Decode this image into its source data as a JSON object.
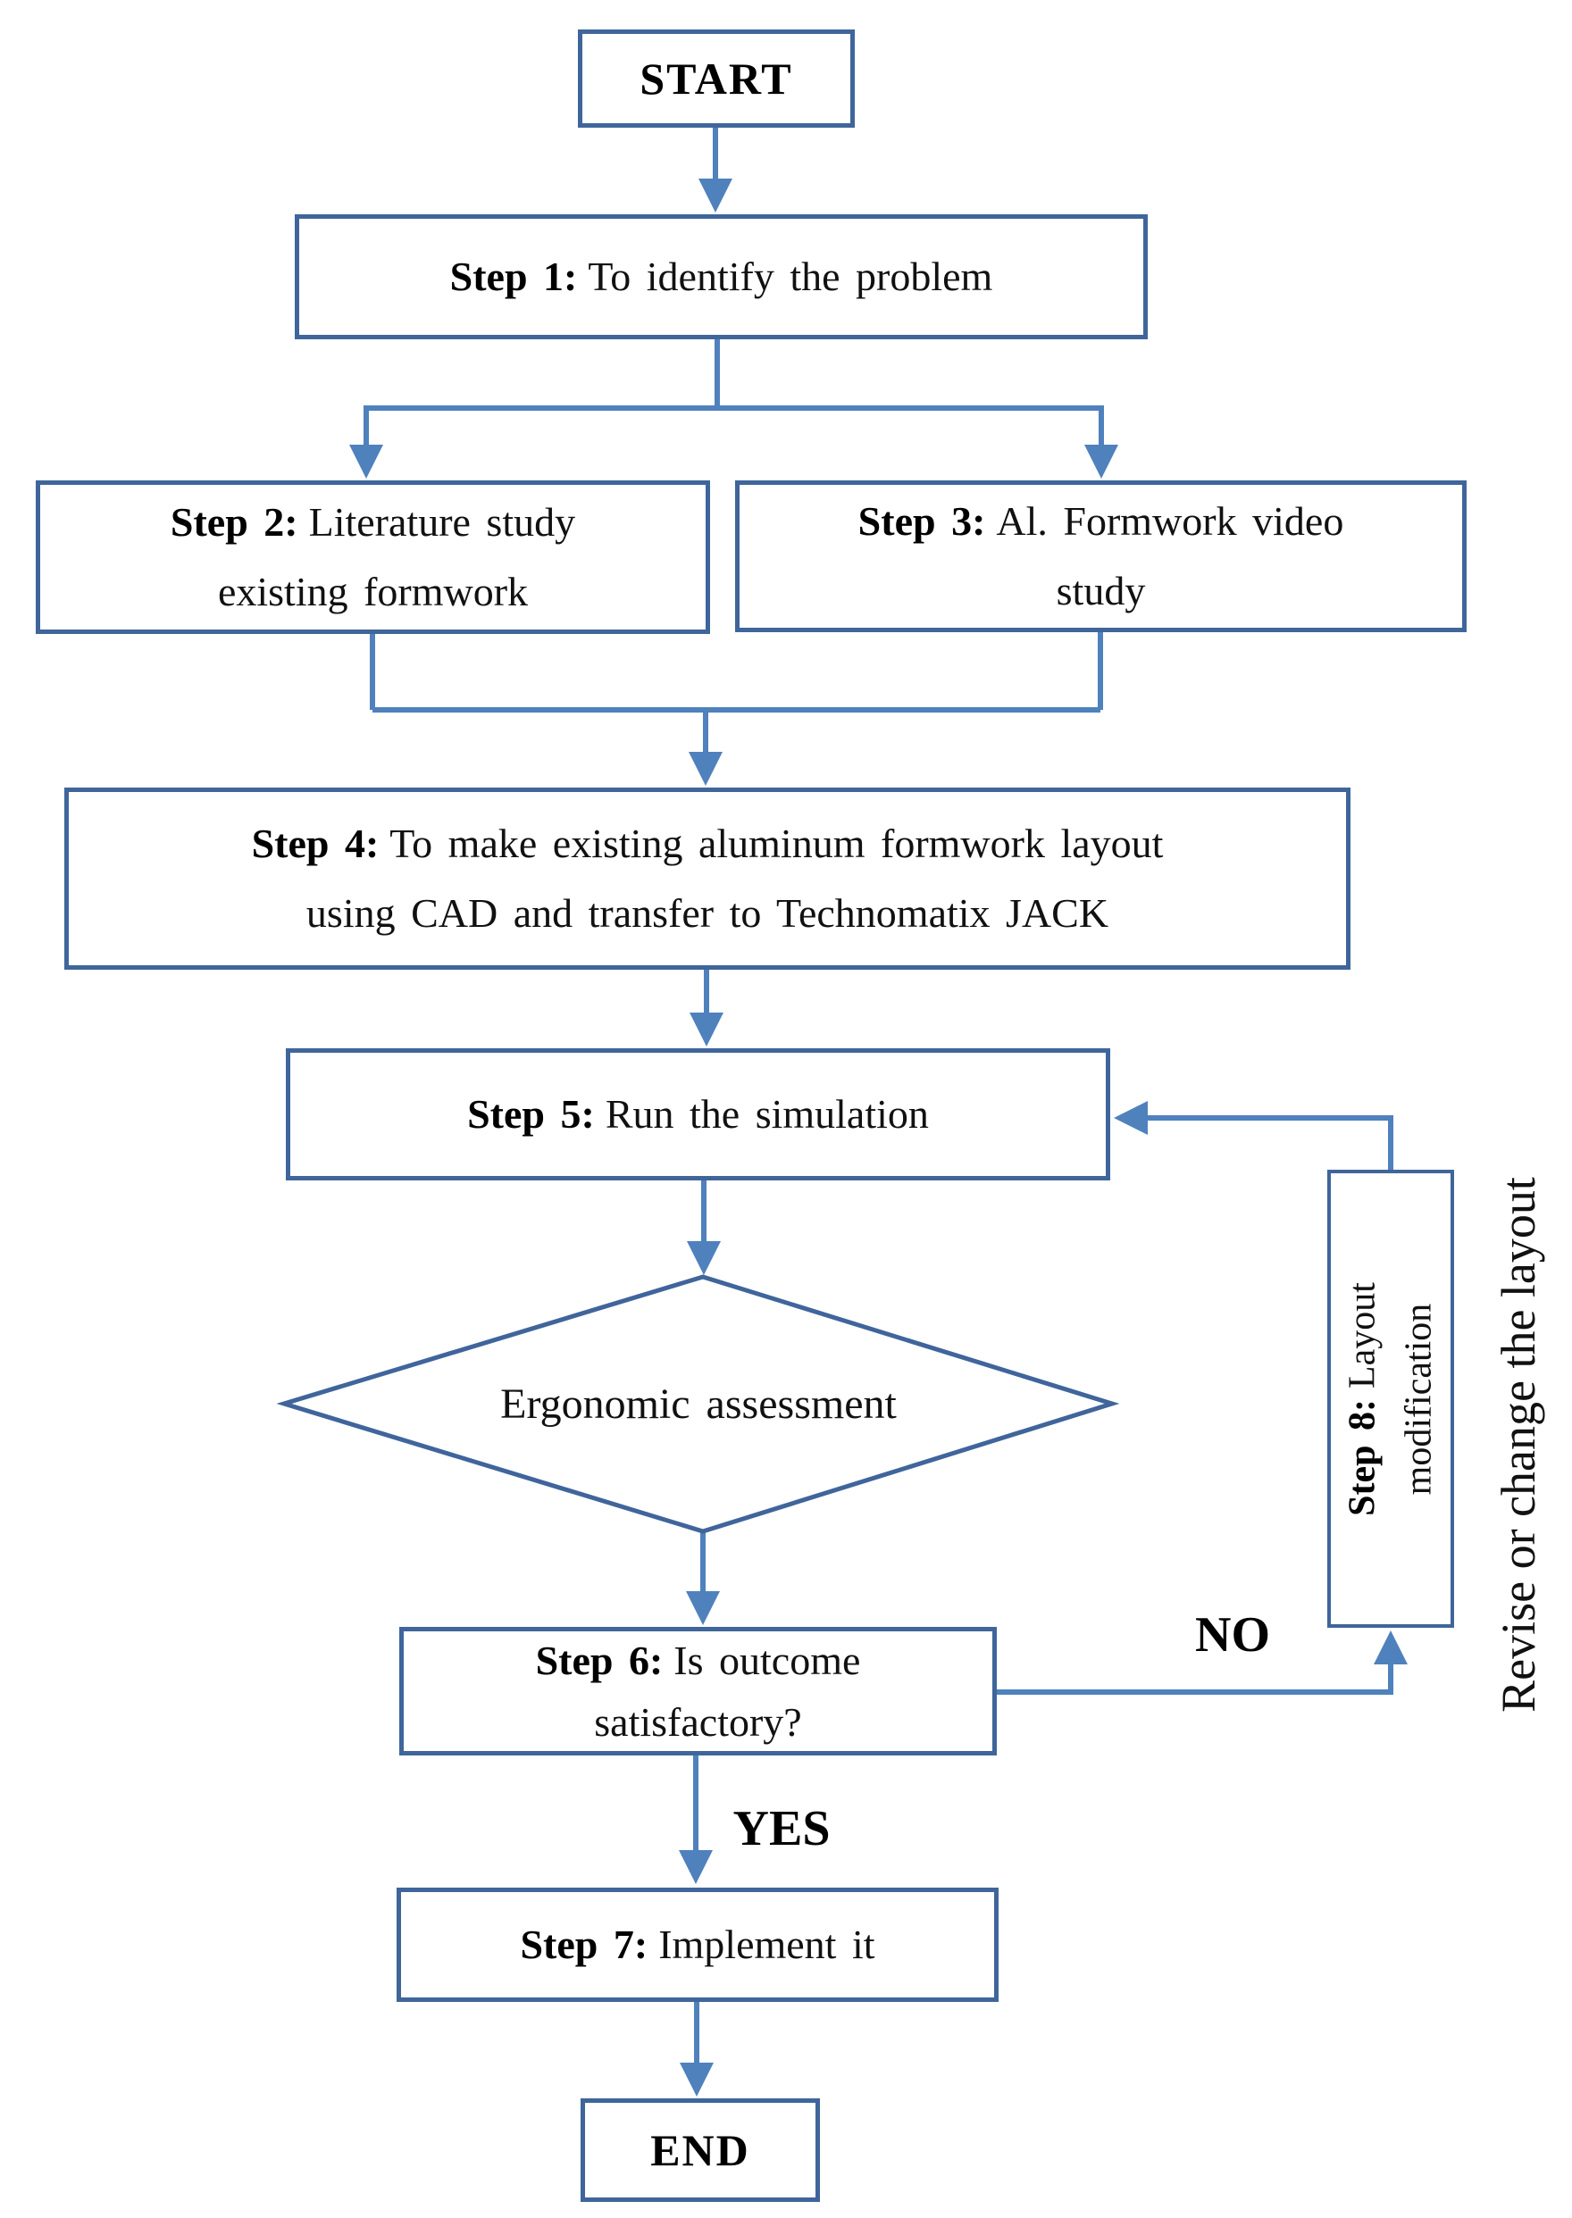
{
  "figure": {
    "type": "flowchart",
    "background": "#ffffff"
  },
  "colors": {
    "connector": "#4f81bd",
    "box_border": "#3f659b",
    "text": "#000000"
  },
  "nodes": {
    "start": {
      "label": "START"
    },
    "step1": {
      "prefix": "Step 1:",
      "text": "To identify the problem"
    },
    "step2": {
      "prefix": "Step 2:",
      "line1": "Literature study",
      "line2": "existing formwork"
    },
    "step3": {
      "prefix": "Step 3:",
      "line1": "Al. Formwork video",
      "line2": "study"
    },
    "step4": {
      "prefix": "Step 4:",
      "line1": "To make existing aluminum formwork layout",
      "line2": "using CAD and transfer to Technomatix JACK"
    },
    "step5": {
      "prefix": "Step 5:",
      "text": "Run the simulation"
    },
    "decision": {
      "text": "Ergonomic assessment"
    },
    "step6": {
      "prefix": "Step 6:",
      "line1": "Is outcome",
      "line2": "satisfactory?"
    },
    "step7": {
      "prefix": "Step 7:",
      "text": "Implement it"
    },
    "step8": {
      "prefix": "Step 8:",
      "line1": "Layout",
      "line2": "modification"
    },
    "end": {
      "label": "END"
    }
  },
  "labels": {
    "yes": "YES",
    "no": "NO",
    "side_note": "Revise or change the layout"
  }
}
